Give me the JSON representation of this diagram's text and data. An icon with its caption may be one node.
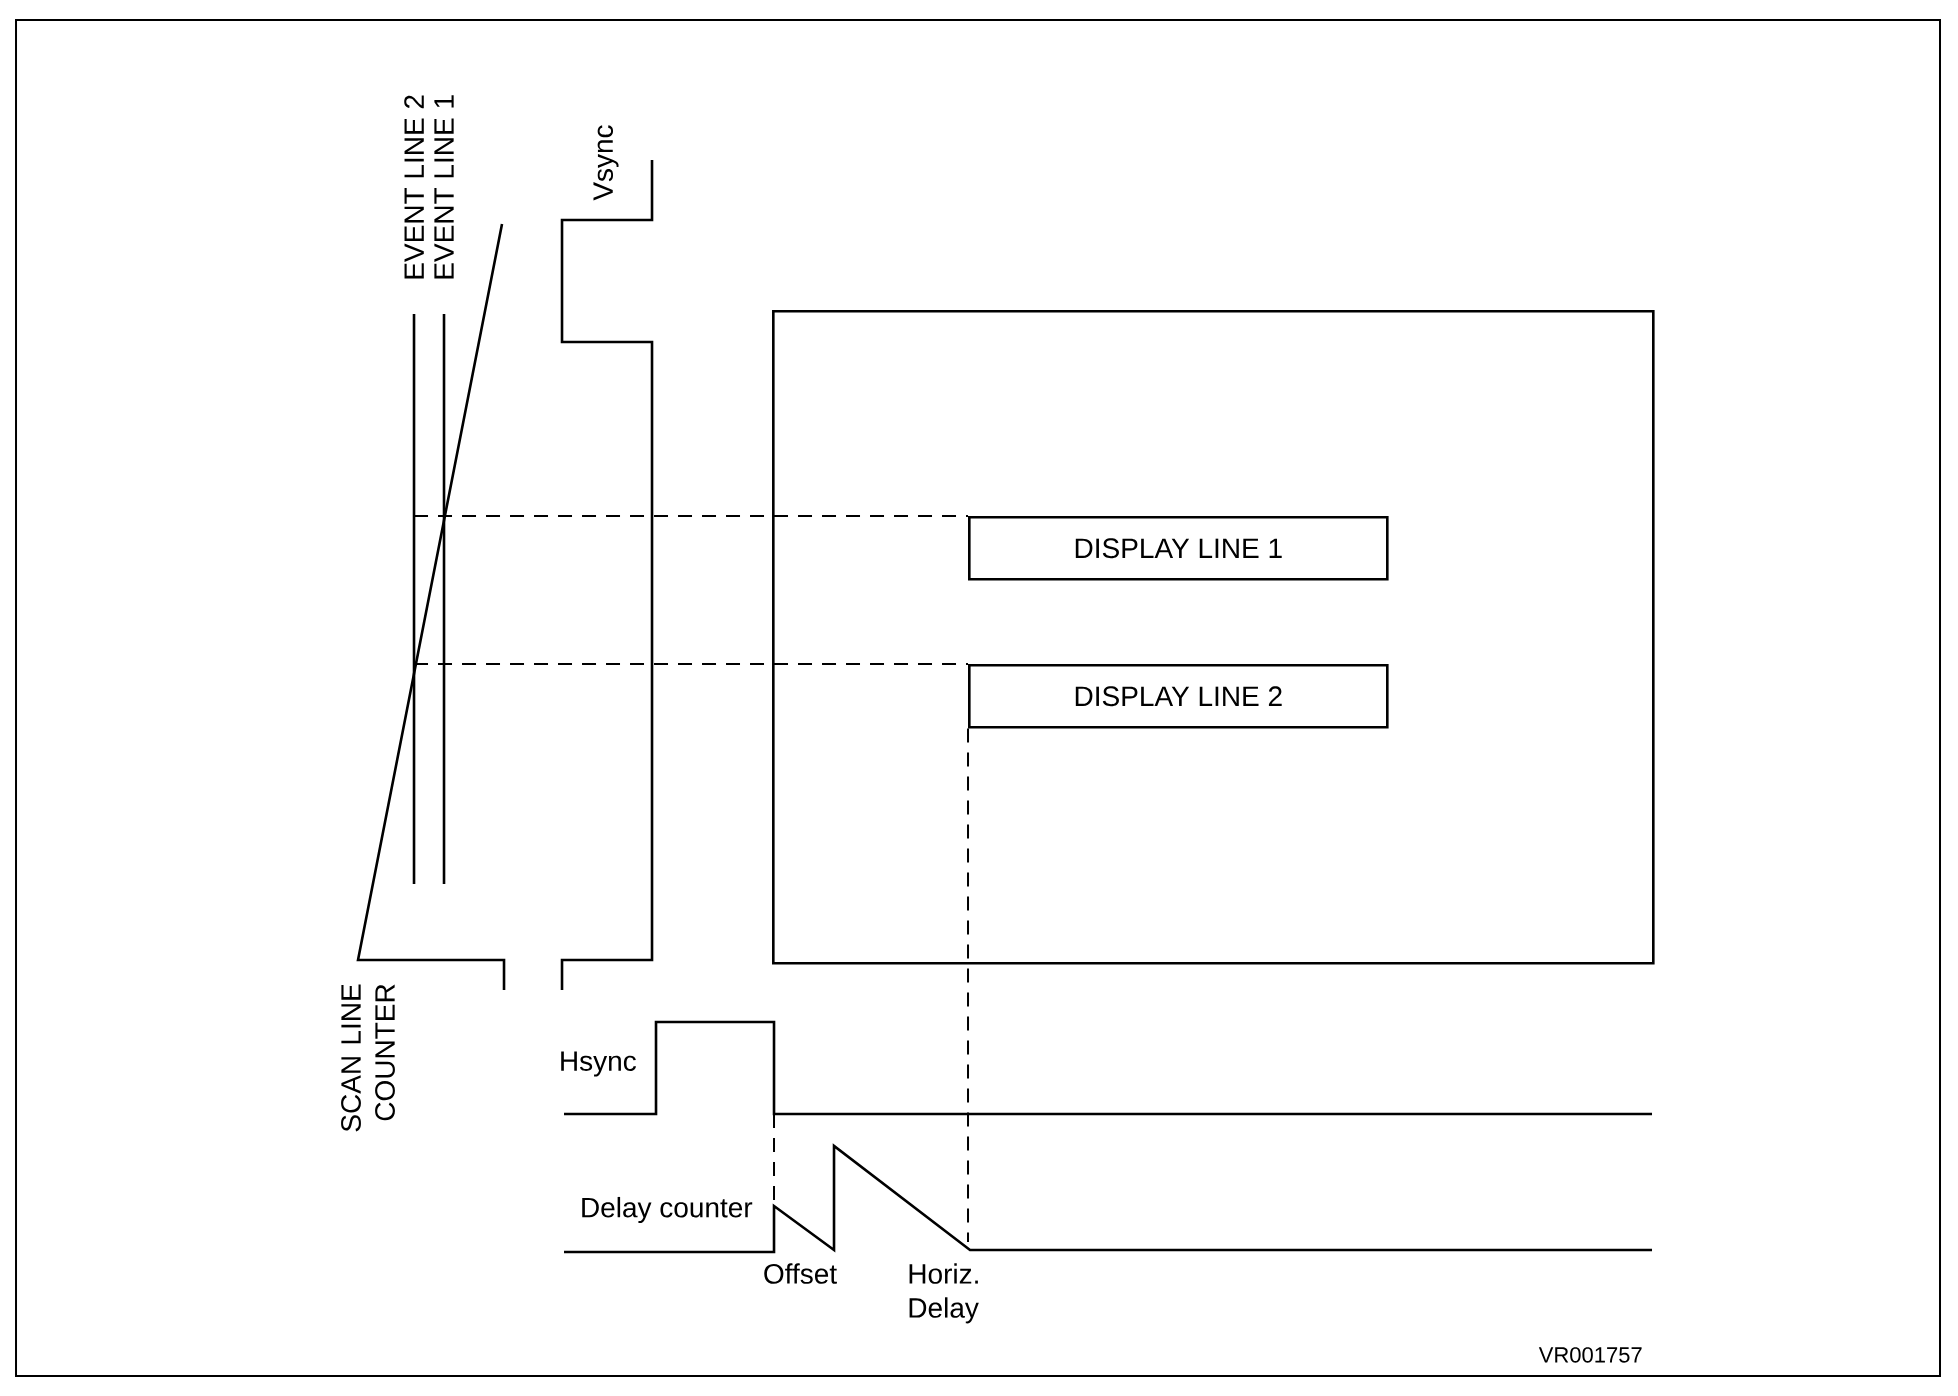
{
  "diagram": {
    "nodes": [
      {
        "text": [],
        "shape": "box"
      },
      {
        "text": [
          "DISPLAY LINE 1"
        ],
        "in": 0
      },
      {
        "text": [
          "DISPLAY LINE 2"
        ],
        "in": 0
      }
    ],
    "edges": [
      {
        "from": null,
        "to": 1,
        "arrow": "none",
        "style": "dashed"
      },
      {
        "from": null,
        "to": 2,
        "arrow": "none",
        "style": "dashed"
      },
      {
        "from": 2,
        "to": null,
        "arrow": "none",
        "style": "dashed"
      }
    ],
    "labels": [
      "EVENT LINE 2",
      "EVENT LINE 1",
      "Vsync",
      "SCAN LINE COUNTER",
      "Hsync",
      "Delay counter",
      "Offset",
      "Horiz. Delay",
      "VR001757"
    ]
  }
}
